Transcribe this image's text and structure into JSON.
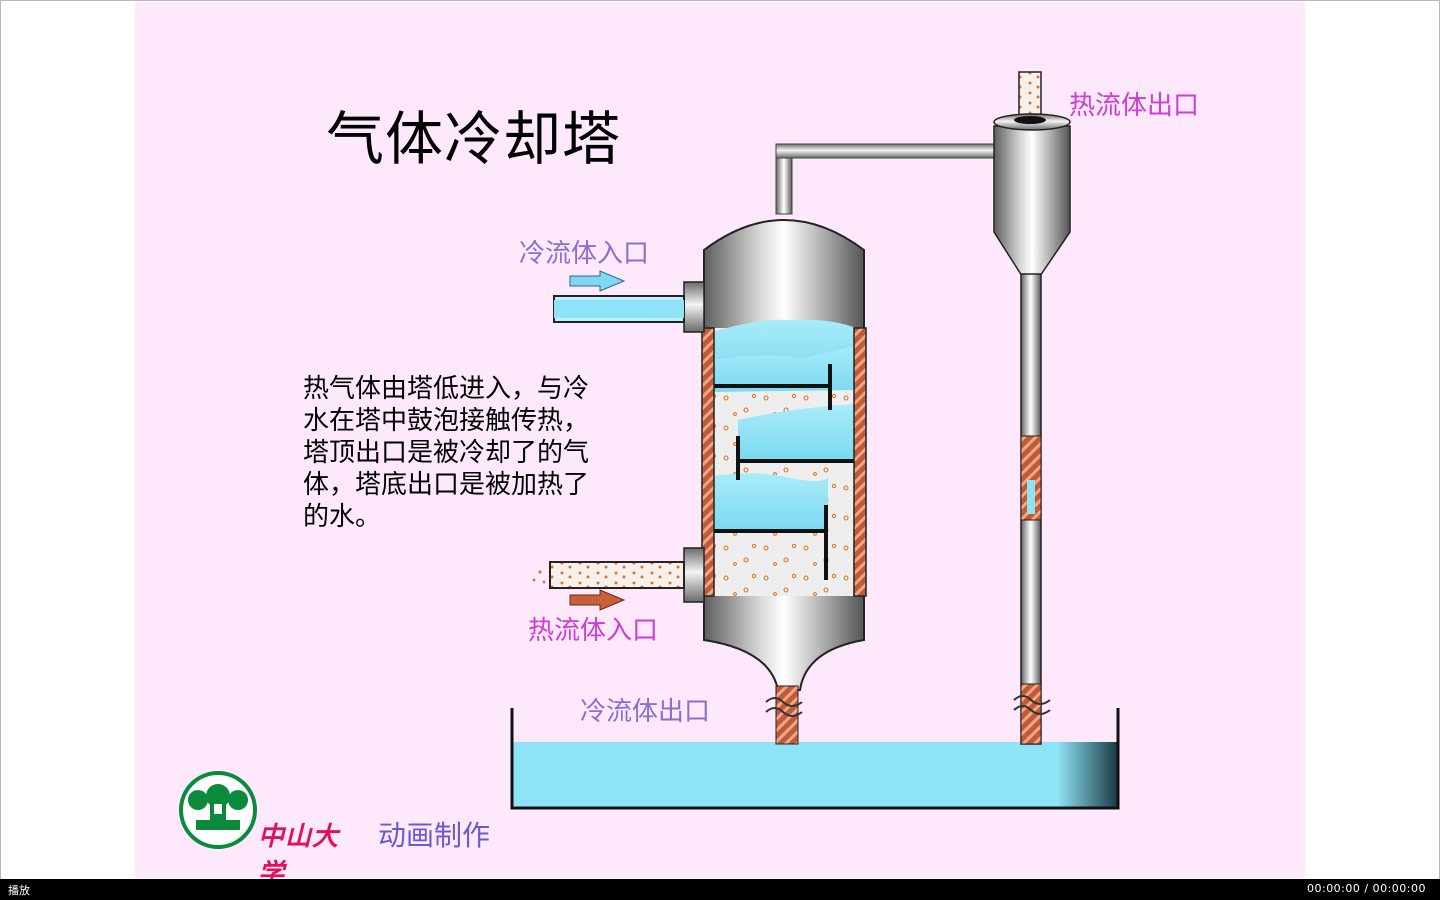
{
  "slide": {
    "title": "气体冷却塔",
    "description_lines": [
      "热气体由塔低进入，与冷",
      "水在塔中鼓泡接触传热，",
      "塔顶出口是被冷却了的气",
      "体，塔底出口是被加热了",
      "的水。"
    ],
    "labels": {
      "cold_inlet": "冷流体入口",
      "hot_inlet": "热流体入口",
      "cold_outlet": "冷流体出口",
      "hot_outlet": "热流体出口"
    },
    "credit": "动画制作",
    "university": "中山大学",
    "colors": {
      "background": "#fde9fb",
      "water": "#8ee4f6",
      "hot_label": "#cf3bd6",
      "cold_label": "#8a6fd1",
      "column_wall": "#b84f2c"
    }
  },
  "player": {
    "play_label": "播放",
    "timecode": "00:00:00 / 00:00:00"
  }
}
